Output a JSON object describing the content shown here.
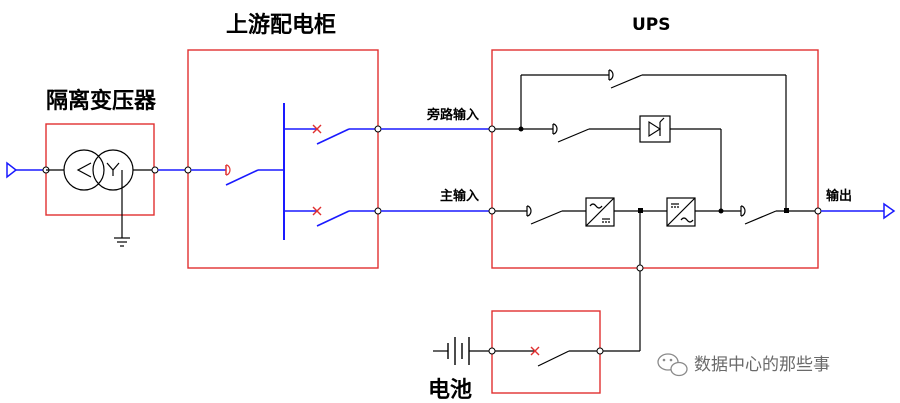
{
  "labels": {
    "transformer": "隔离变压器",
    "upstream_cabinet": "上游配电柜",
    "ups": "UPS",
    "bypass_input": "旁路输入",
    "main_input": "主输入",
    "output": "输出",
    "battery": "电池"
  },
  "watermark": {
    "text": "数据中心的那些事",
    "icon": "wechat-icon"
  },
  "colors": {
    "box_border": "#e03030",
    "power_line": "#1a1aff",
    "breaker_mark": "#e03030",
    "wire": "#000000"
  }
}
